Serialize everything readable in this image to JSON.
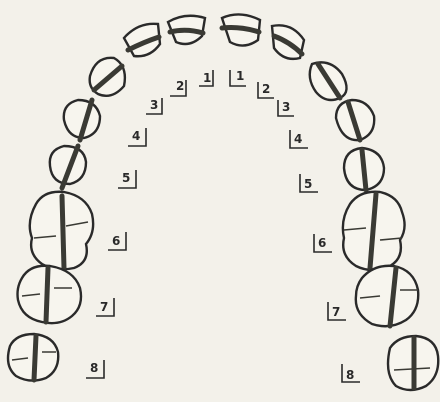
{
  "labels": {
    "upper_right": [
      "1",
      "2",
      "3",
      "4",
      "5",
      "6",
      "7",
      "8"
    ],
    "upper_left": [
      "1",
      "2",
      "3",
      "4",
      "5",
      "6",
      "7",
      "8"
    ]
  },
  "colors": {
    "background": "#f3f1ea",
    "outline": "#2a2a2a",
    "bar": "#3a3a34"
  }
}
